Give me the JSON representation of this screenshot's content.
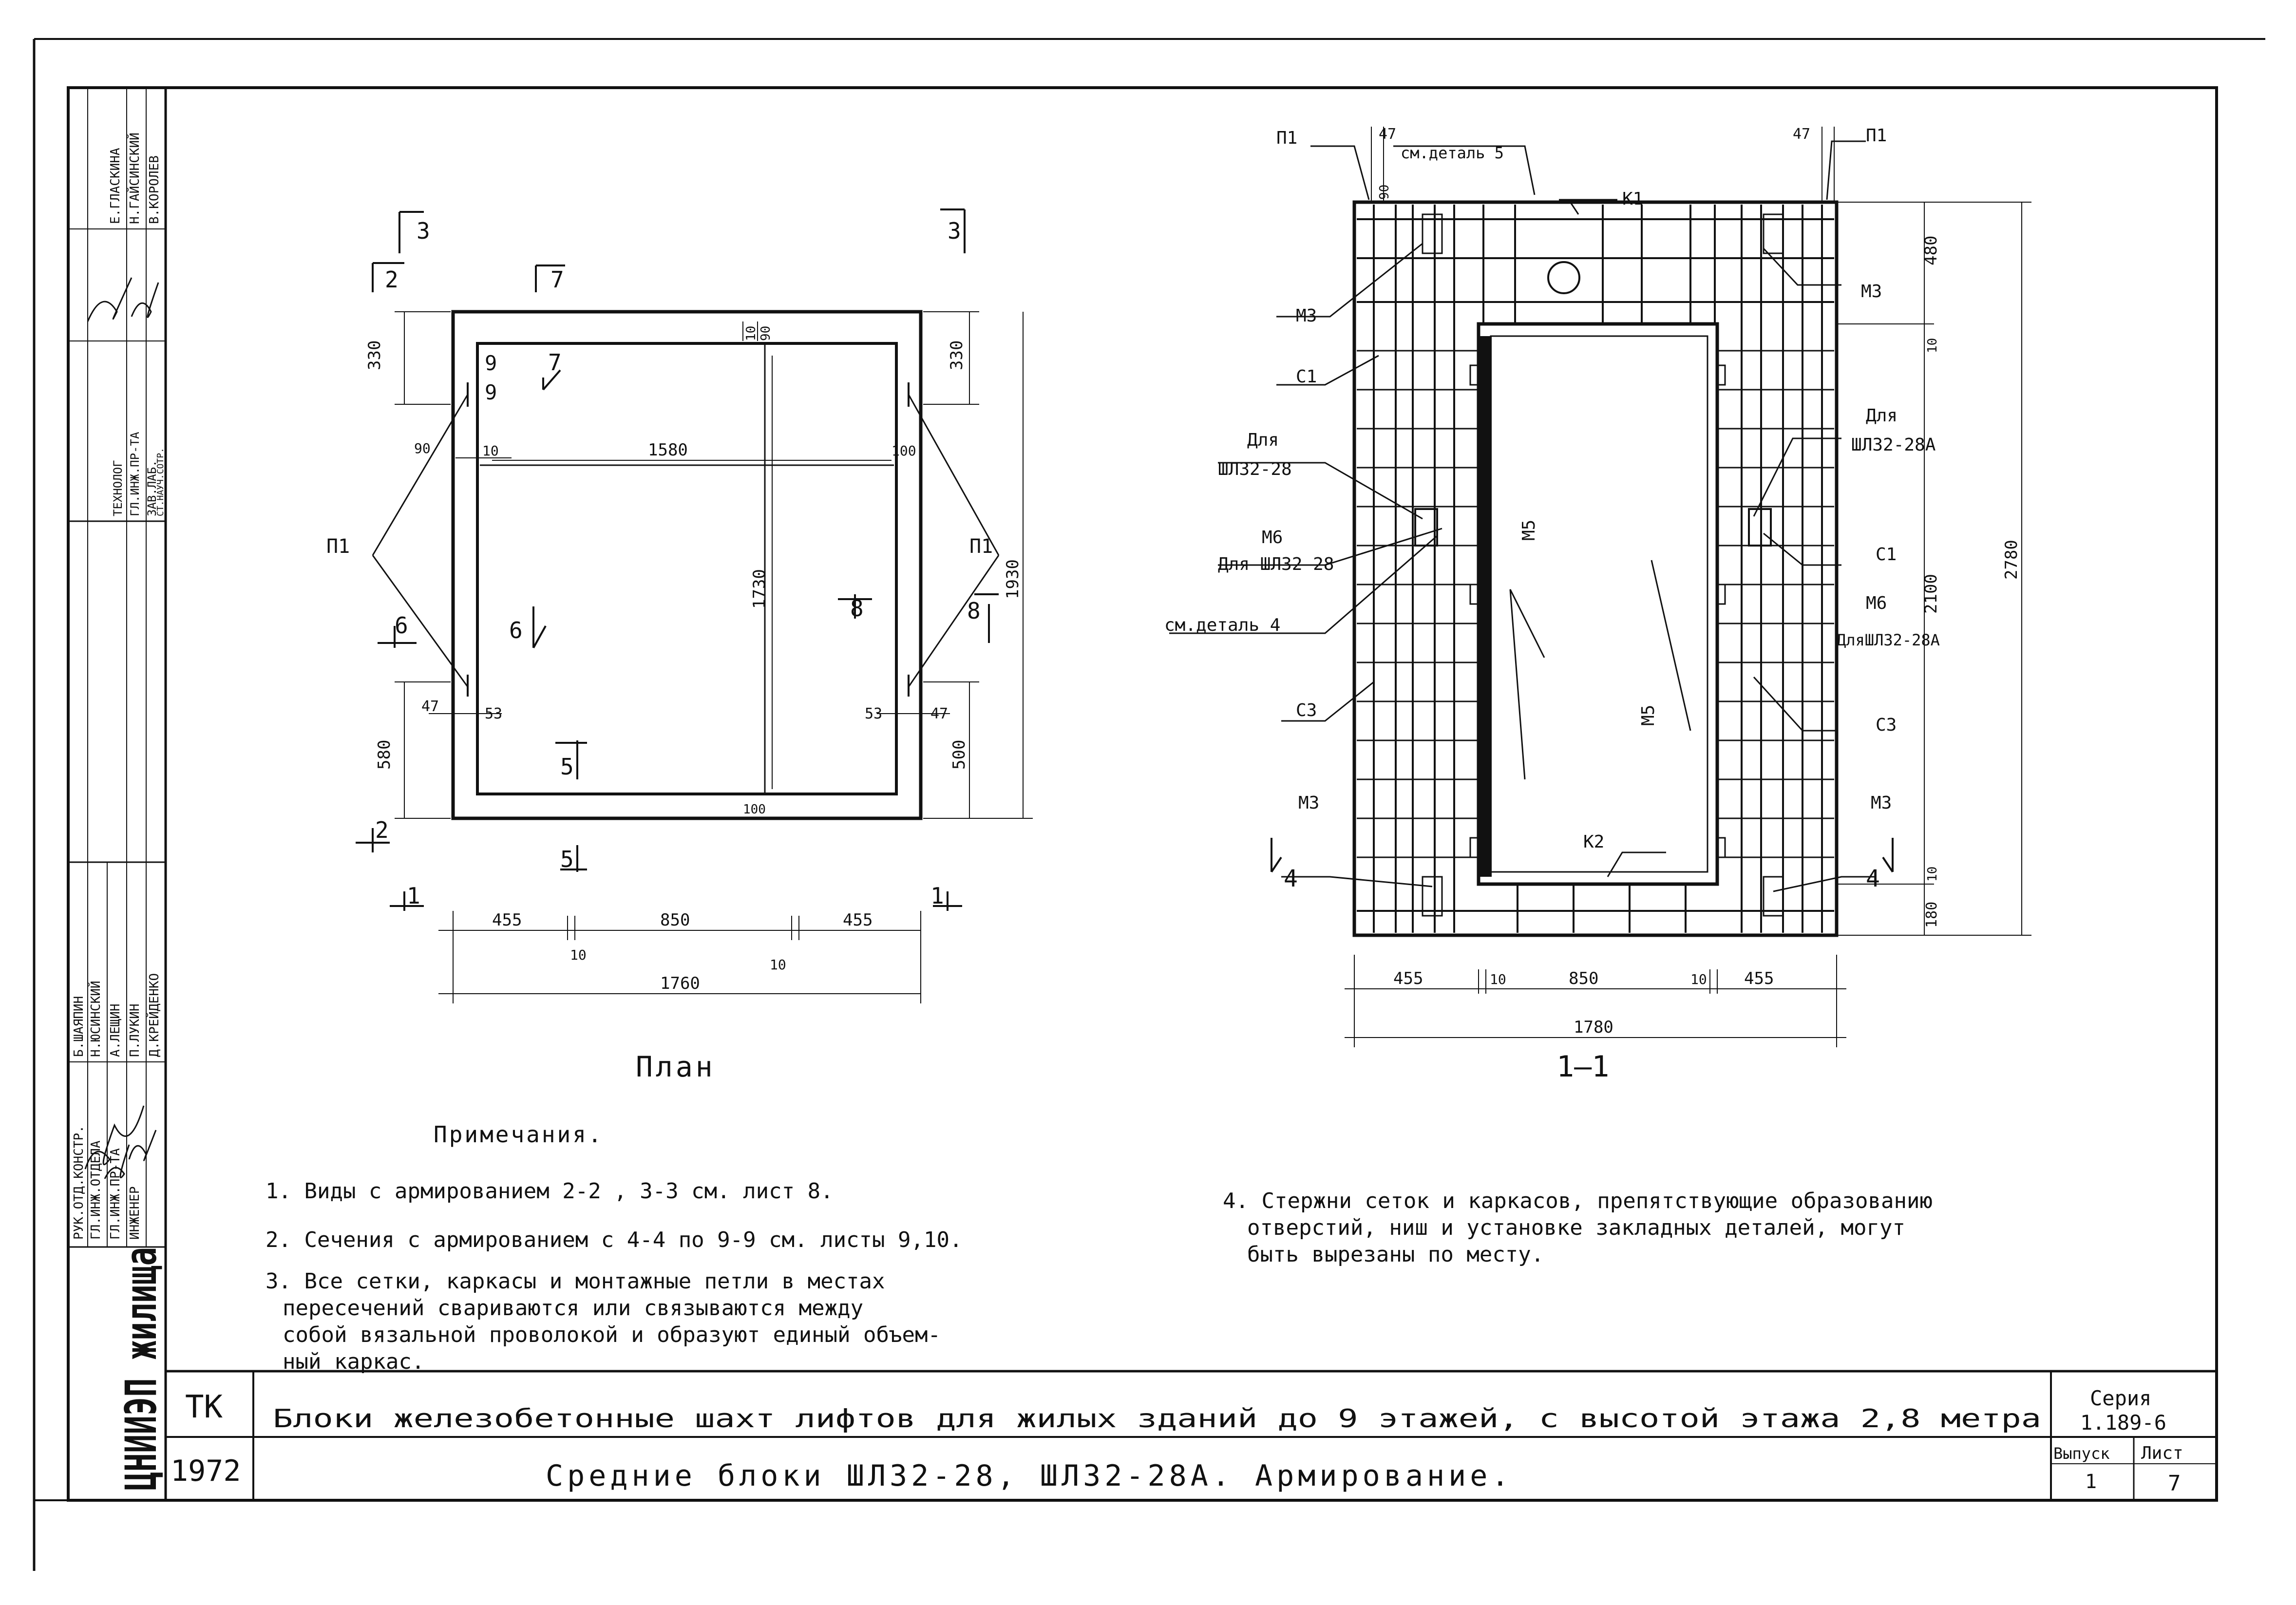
{
  "stamp": {
    "org": "ЦНИИЭП жилища",
    "left_col_top": [
      "РУК.ОТД.КОНСТР.",
      "ГЛ.ИНЖ.ОТДЕЛА",
      "ГЛ.ИНЖ.ПР-ТА",
      "ИНЖЕНЕР"
    ],
    "names_top": [
      "Б.ШАЯПИН",
      "Н.ЮСИНСКИЙ",
      "А.ЛЕЩИН",
      "П.ЛУКИН",
      "Д.КРЕЙДЕНКО"
    ],
    "left_col_bottom": [
      "ТЕХНОЛОГ",
      "ГЛ.ИНЖ.ПР-ТА",
      "ЗАВ.ЛАБ.",
      "СТ.НАУЧ.СОТР."
    ],
    "names_bottom": [
      "Е.ГЛАСКИНА",
      "Н.ГАЙСИНСКИЙ",
      "В.КОРОЛЕВ"
    ]
  },
  "plan": {
    "caption": "План",
    "section_marks": [
      "2",
      "3",
      "7",
      "3",
      "9",
      "7",
      "9",
      "6",
      "6",
      "8",
      "8",
      "5",
      "5",
      "2",
      "1",
      "1"
    ],
    "labels_p1": "П1",
    "dims": {
      "top_330_left": "330",
      "top_330_right": "330",
      "d90_top": "90",
      "d10_top": "10",
      "d90_left": "90",
      "d10_left": "10",
      "d1580": "1580",
      "d100_right": "100",
      "d1730": "1730",
      "d1930": "1930",
      "d47_left": "47",
      "d53_left": "53",
      "d53_right": "53",
      "d47_right": "47",
      "d580": "580",
      "d500": "500",
      "d100_bottom": "100",
      "d455_left": "455",
      "d850": "850",
      "d455_right": "455",
      "d10_a": "10",
      "d10_b": "10",
      "d1760": "1760"
    }
  },
  "section": {
    "caption": "1—1",
    "labels": {
      "p1_left": "П1",
      "d47_left": "47",
      "see_detail_5": "см.деталь 5",
      "k1": "К1",
      "d47_right": "47",
      "p1_right": "П1",
      "d90": "90",
      "m3_tl": "М3",
      "m3_tr": "М3",
      "c1_left": "С1",
      "for_28_left_1": "Для",
      "for_28_left_2": "ШЛ32-28",
      "m6_left": "М6",
      "m6_left_for": "Для ШЛ32-28",
      "see_detail_4": "см.деталь 4",
      "c3_left": "С3",
      "m3_bl": "М3",
      "k2": "К2",
      "m3_br": "М3",
      "for_28a_1": "Для",
      "for_28a_2": "ШЛ32-28А",
      "c1_right": "С1",
      "m6_right": "М6",
      "m6_right_for": "ДляШЛ32-28А",
      "c3_right": "С3",
      "m5_top": "М5",
      "m5_bottom": "М5",
      "sec4_left": "4",
      "sec4_right": "4"
    },
    "dims": {
      "d480": "480",
      "d10_top": "10",
      "d2100": "2100",
      "d2780": "2780",
      "d10_bottom": "10",
      "d180": "180",
      "d455_left": "455",
      "d10_a": "10",
      "d850": "850",
      "d10_b": "10",
      "d455_right": "455",
      "d1780": "1780"
    }
  },
  "notes": {
    "heading": "Примечания.",
    "n1": "1. Виды с армированием 2-2 , 3-3 см. лист 8.",
    "n2": "2. Сечения с армированием с 4-4 по 9-9 см. листы 9,10.",
    "n3a": "3. Все сетки, каркасы и монтажные петли в местах",
    "n3b": "пересечений свариваются или связываются между",
    "n3c": "собой вязальной проволокой и образуют единый объем-",
    "n3d": "ный каркас.",
    "n4a": "4. Стержни сеток и каркасов, препятствующие образованию",
    "n4b": "отверстий, ниш и установке закладных деталей, могут",
    "n4c": "быть вырезаны по месту."
  },
  "titleblock": {
    "tk": "ТК",
    "year": "1972",
    "title1": "Блоки железобетонные шахт лифтов для жилых зданий до 9 этажей, с высотой этажа 2,8 метра",
    "title2": "Средние блоки ШЛ32-28, ШЛ32-28А. Армирование.",
    "series_label": "Серия",
    "series": "1.189-6",
    "issue_label": "Выпуск",
    "issue": "1",
    "sheet_label": "Лист",
    "sheet": "7"
  }
}
